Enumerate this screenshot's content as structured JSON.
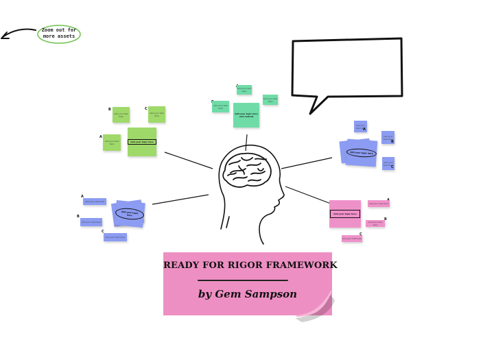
{
  "hint": {
    "line1": "Zoom out for",
    "line2": "more assets"
  },
  "title_card": {
    "title": "READY FOR RIGOR FRAMEWORK",
    "subtitle": "by Gem Sampson"
  },
  "placeholder": "Add your text here",
  "clusters": {
    "green": {
      "main": "Add your topic here",
      "label_a": "A",
      "label_b": "B",
      "label_c": "C"
    },
    "teal": {
      "main": "Add your topic here\nand content",
      "label_a": "A",
      "label_b": "B"
    },
    "blue_left": {
      "main": "Add your topic here",
      "label_a": "A",
      "label_b": "B",
      "label_c": "C"
    },
    "blue_right": {
      "main": "Add your topic here",
      "label_a": "A",
      "label_b": "B",
      "label_c": "C"
    },
    "pink": {
      "main": "Add your topic here",
      "label_a": "A",
      "label_b": "B",
      "label_c": "C"
    }
  },
  "colors": {
    "green": "#9fd96a",
    "teal": "#6fdca8",
    "blue": "#8c9cf2",
    "pink": "#ef91c9",
    "ink": "#111111"
  }
}
